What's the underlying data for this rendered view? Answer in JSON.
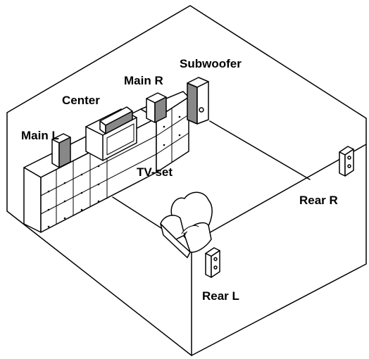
{
  "labels": {
    "subwoofer": "Subwoofer",
    "main_r": "Main R",
    "center": "Center",
    "main_l": "Main L",
    "tv_set": "TV-set",
    "rear_r": "Rear R",
    "rear_l": "Rear L"
  }
}
